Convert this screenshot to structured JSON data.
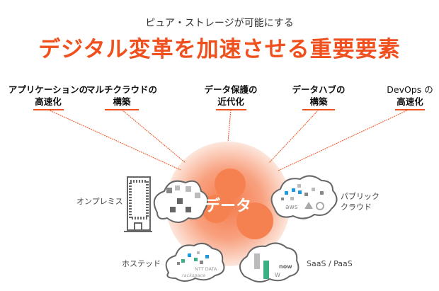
{
  "subtitle": "ピュア・ストレージが可能にする",
  "title": "デジタル変革を加速させる重要要素",
  "factors": [
    {
      "line1": "アプリケーションの",
      "line2": "高速化"
    },
    {
      "line1": "マルチクラウドの",
      "line2": "構築"
    },
    {
      "line1": "データ保護の",
      "line2": "近代化"
    },
    {
      "line1": "データハブの",
      "line2": "構築"
    },
    {
      "line1": "DevOps の",
      "line2": "高速化"
    }
  ],
  "center_label": "データ",
  "environments": {
    "on_prem": "オンプレミス",
    "public_cloud_line1": "パブリック",
    "public_cloud_line2": "クラウド",
    "hosted": "ホステッド",
    "saas": "SaaS / PaaS"
  },
  "logos": {
    "aws": "aws",
    "ntt": "NTT DATA",
    "rackspace": "rackspace",
    "now": "now",
    "w": "W"
  },
  "colors": {
    "accent": "#f0501e",
    "blue": "#1e9be0",
    "green": "#3cb083",
    "gray": "#888888"
  }
}
